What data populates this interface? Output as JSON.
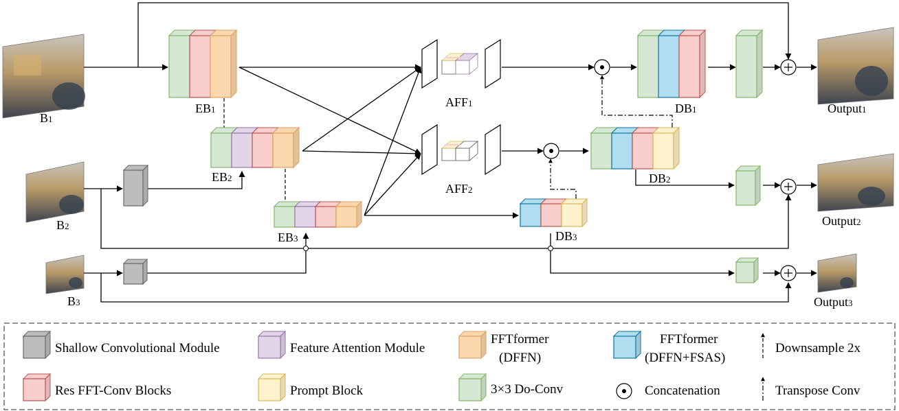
{
  "inputs": {
    "b1": {
      "name": "B",
      "sub": "1"
    },
    "b2": {
      "name": "B",
      "sub": "2"
    },
    "b3": {
      "name": "B",
      "sub": "3"
    }
  },
  "outputs": {
    "o1": {
      "name": "Output",
      "sub": "1"
    },
    "o2": {
      "name": "Output",
      "sub": "2"
    },
    "o3": {
      "name": "Output",
      "sub": "3"
    }
  },
  "encoders": {
    "eb1": {
      "name": "EB",
      "sub": "1"
    },
    "eb2": {
      "name": "EB",
      "sub": "2"
    },
    "eb3": {
      "name": "EB",
      "sub": "3"
    }
  },
  "decoders": {
    "db1": {
      "name": "DB",
      "sub": "1"
    },
    "db2": {
      "name": "DB",
      "sub": "2"
    },
    "db3": {
      "name": "DB",
      "sub": "3"
    }
  },
  "aff": {
    "aff1": {
      "name": "AFF",
      "sub": "1"
    },
    "aff2": {
      "name": "AFF",
      "sub": "2"
    }
  },
  "colors": {
    "green": "#d5e8d4",
    "green_stroke": "#82b366",
    "pink": "#f8cecc",
    "pink_stroke": "#b85450",
    "orange": "#fad7ac",
    "orange_stroke": "#e0a060",
    "purple": "#e1d5e7",
    "purple_stroke": "#9673a6",
    "blue": "#b1ddf0",
    "blue_stroke": "#10739e",
    "yellow": "#fff2cc",
    "yellow_stroke": "#d6b656",
    "gray": "#bdbdbd",
    "gray_stroke": "#666666"
  },
  "legend": {
    "shallow": "Shallow Convolutional Module",
    "attention": "Feature Attention Module",
    "fftformer_l1": "FFTformer",
    "fftformer_l2": "(DFFN)",
    "fftformer2_l1": "FFTformer",
    "fftformer2_l2": "(DFFN+FSAS)",
    "downsample": "Downsample 2x",
    "resfft": "Res FFT-Conv Blocks",
    "prompt": "Prompt Block",
    "doconv": "3×3 Do-Conv",
    "concat": "Concatenation",
    "transpose": "Transpose Conv"
  }
}
